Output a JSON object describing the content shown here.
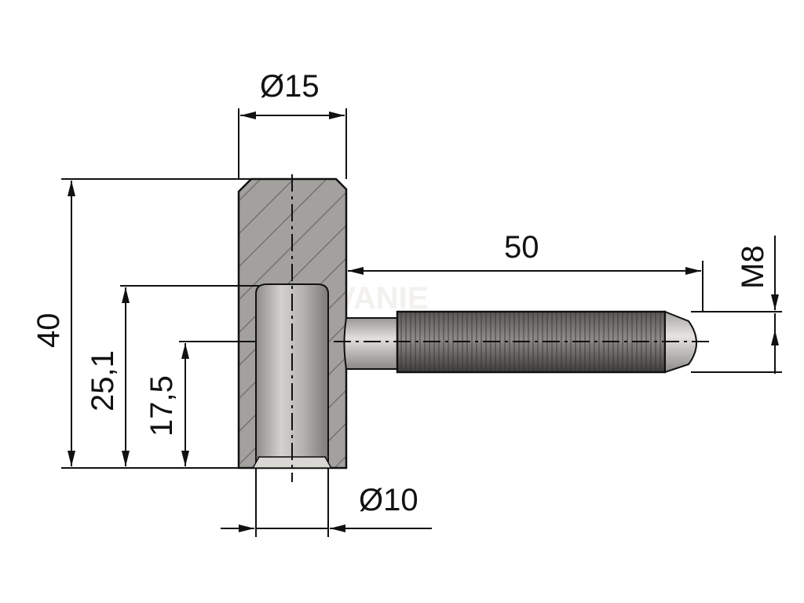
{
  "dimensions": {
    "body_diameter": "Ø15",
    "pin_diameter": "Ø10",
    "total_height": "40",
    "pin_height": "25,1",
    "center_height": "17,5",
    "thread_length": "50",
    "thread_size": "M8"
  },
  "watermark": "OVANIE",
  "colors": {
    "background": "#ffffff",
    "line": "#111111",
    "body_fill": "#a3a19d",
    "hatch": "#6b6b6b",
    "thread_dark": "#4a4a48",
    "pin_light": "#c9c7c3"
  },
  "chart_data": {
    "type": "diagram",
    "dimensions": [
      {
        "label": "Ø15",
        "value": 15
      },
      {
        "label": "Ø10",
        "value": 10
      },
      {
        "label": "40",
        "value": 40
      },
      {
        "label": "25,1",
        "value": 25.1
      },
      {
        "label": "17,5",
        "value": 17.5
      },
      {
        "label": "50",
        "value": 50
      },
      {
        "label": "M8",
        "value": 8
      }
    ]
  }
}
